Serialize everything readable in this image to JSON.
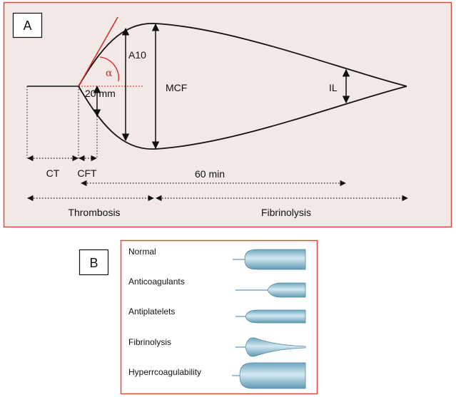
{
  "panel_a": {
    "label": "A",
    "annotations": {
      "alpha": "α",
      "a10": "A10",
      "twenty_mm": "20 mm",
      "mcf": "MCF",
      "il": "IL",
      "ct": "CT",
      "cft": "CFT",
      "sixty_min": "60 min",
      "thrombosis": "Thrombosis",
      "fibrinolysis": "Fibrinolysis"
    },
    "colors": {
      "background": "#f2e9e6",
      "border": "#d84a3a",
      "tangent": "#e02020",
      "curve": "#111111"
    }
  },
  "panel_b": {
    "label": "B",
    "patterns": [
      {
        "label": "Normal",
        "shape": "normal"
      },
      {
        "label": "Anticoagulants",
        "shape": "anticoagulants"
      },
      {
        "label": "Antiplatelets",
        "shape": "antiplatelets"
      },
      {
        "label": "Fibrinolysis",
        "shape": "fibrinolysis"
      },
      {
        "label": "Hyperrcoagulability",
        "shape": "hypercoagulability"
      }
    ],
    "colors": {
      "border": "#d84a3a",
      "shape_dark": "#5f99b3",
      "shape_light": "#cfe6ef"
    }
  }
}
